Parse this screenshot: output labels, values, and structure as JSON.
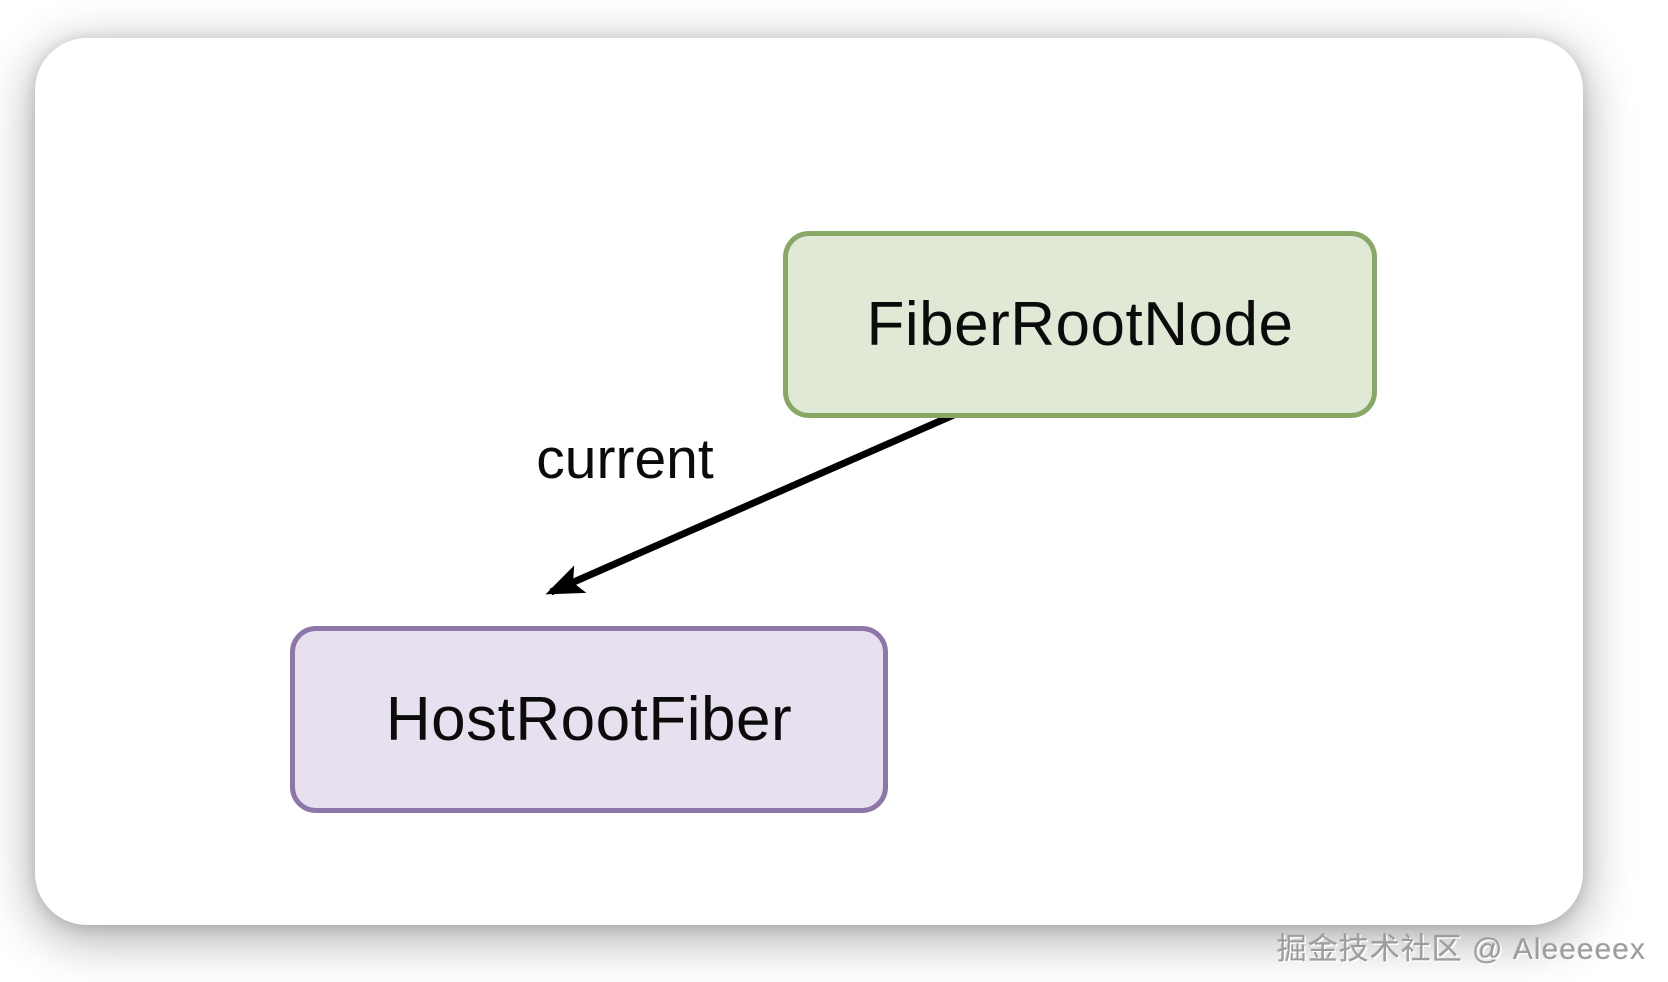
{
  "diagram": {
    "nodes": [
      {
        "id": "fiber-root-node",
        "label": "FiberRootNode",
        "fill_color": "#dfe9d5",
        "border_color": "#87a965"
      },
      {
        "id": "host-root-fiber",
        "label": "HostRootFiber",
        "fill_color": "#e7e0ee",
        "border_color": "#8e76a8"
      }
    ],
    "edge": {
      "label": "current",
      "from": "fiber-root-node",
      "to": "host-root-fiber",
      "color": "#000000"
    }
  },
  "watermark": {
    "text": "掘金技术社区 @ Aleeeeex",
    "color": "#9d9d9d"
  },
  "canvas": {
    "card_background": "#ffffff",
    "page_background": "#ffffff"
  }
}
